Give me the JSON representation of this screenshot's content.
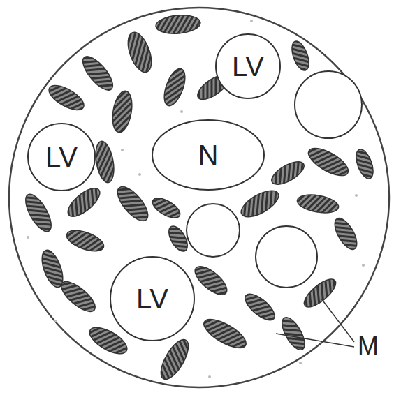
{
  "diagram": {
    "nodes": [
      {
        "text": [
          "LV"
        ]
      },
      {
        "text": [
          "LV"
        ]
      },
      {
        "text": [
          "N"
        ]
      },
      {
        "text": [
          "LV"
        ]
      }
    ],
    "labels": [
      "M"
    ]
  }
}
